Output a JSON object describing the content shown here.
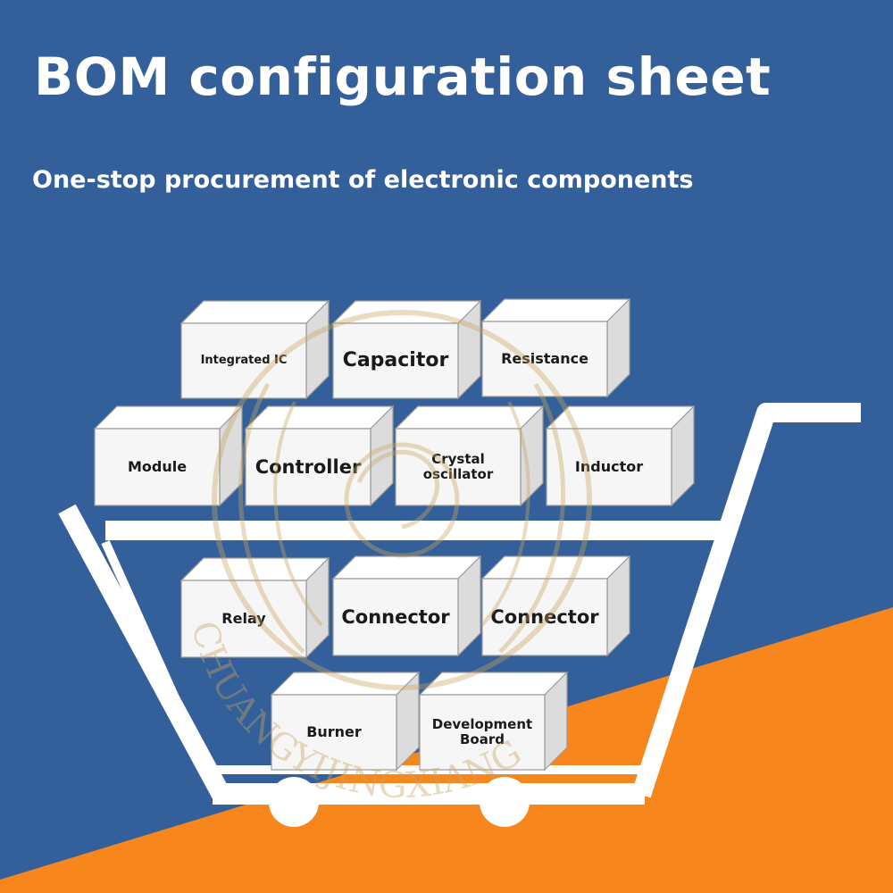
{
  "title": "BOM configuration sheet",
  "subtitle": "One-stop procurement of electronic components",
  "colors": {
    "background_blue": "#33609a",
    "accent_orange": "#f7861c",
    "cart_white": "#ffffff",
    "box_front": "#f6f6f6",
    "box_top": "#ffffff",
    "box_side": "#dcdcdc",
    "box_edge": "#9a9a9a",
    "label_text": "#1a1a1a",
    "watermark": "#c9a45c"
  },
  "watermark": {
    "text": "CHUANGYIJINGXIANG",
    "icon": "circular-logo-watermark"
  },
  "cart": {
    "icon": "shopping-cart-icon"
  },
  "boxes": [
    {
      "label": "Integrated IC"
    },
    {
      "label": "Capacitor"
    },
    {
      "label": "Resistance"
    },
    {
      "label": "Module"
    },
    {
      "label": "Controller"
    },
    {
      "label": "Crystal\noscillator"
    },
    {
      "label": "Inductor"
    },
    {
      "label": "Relay"
    },
    {
      "label": "Connector"
    },
    {
      "label": "Connector"
    },
    {
      "label": "Burner"
    },
    {
      "label": "Development\nBoard"
    }
  ]
}
